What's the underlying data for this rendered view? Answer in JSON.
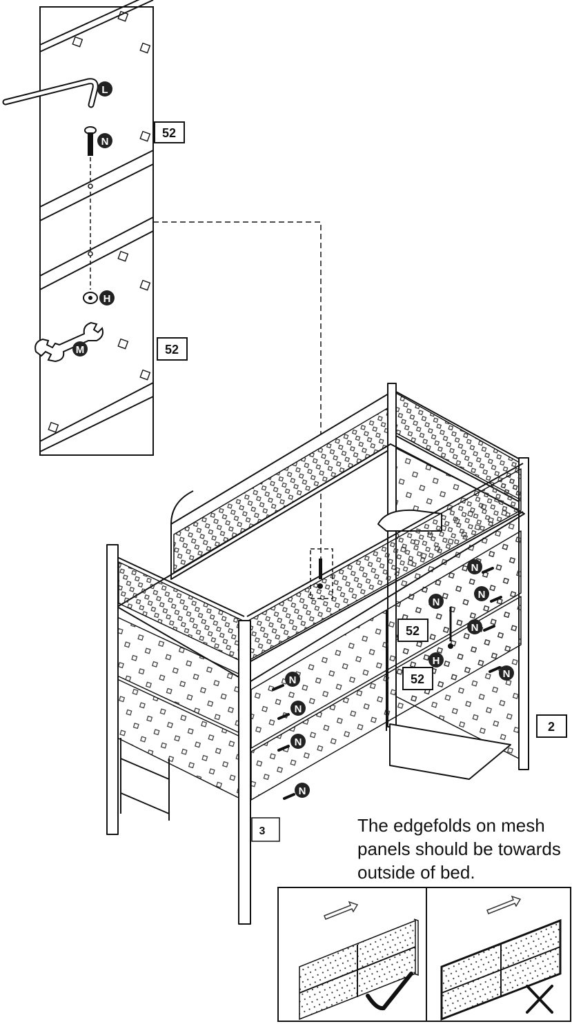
{
  "labels": {
    "part_52": "52",
    "part_2": "2",
    "part_3": "3",
    "hw_L": "L",
    "hw_N": "N",
    "hw_H": "H",
    "hw_M": "M"
  },
  "note": {
    "line1": "The edgefolds on mesh",
    "line2": "panels should be towards",
    "line3": "outside of bed."
  },
  "examples": {
    "correct_mark": "check-mark",
    "wrong_mark": "x-mark"
  },
  "colors": {
    "line": "#111111",
    "badge": "#222222"
  }
}
